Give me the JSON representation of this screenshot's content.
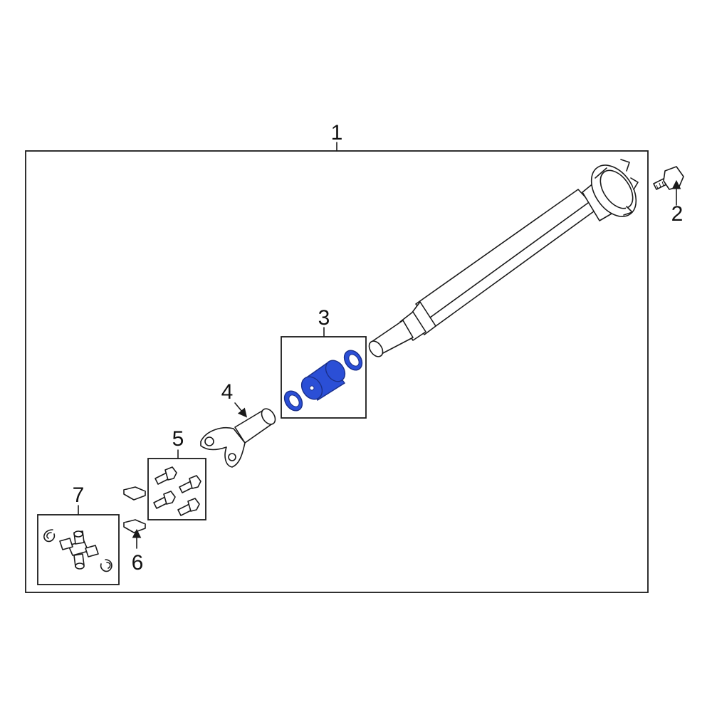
{
  "diagram": {
    "highlight_color": "#2b4fd6",
    "highlight_dark": "#1a2f8a",
    "line_color": "#1a1a1a",
    "callouts": [
      {
        "id": "1",
        "label": "1"
      },
      {
        "id": "2",
        "label": "2"
      },
      {
        "id": "3",
        "label": "3"
      },
      {
        "id": "4",
        "label": "4"
      },
      {
        "id": "5",
        "label": "5"
      },
      {
        "id": "6",
        "label": "6"
      },
      {
        "id": "7",
        "label": "7"
      }
    ]
  }
}
